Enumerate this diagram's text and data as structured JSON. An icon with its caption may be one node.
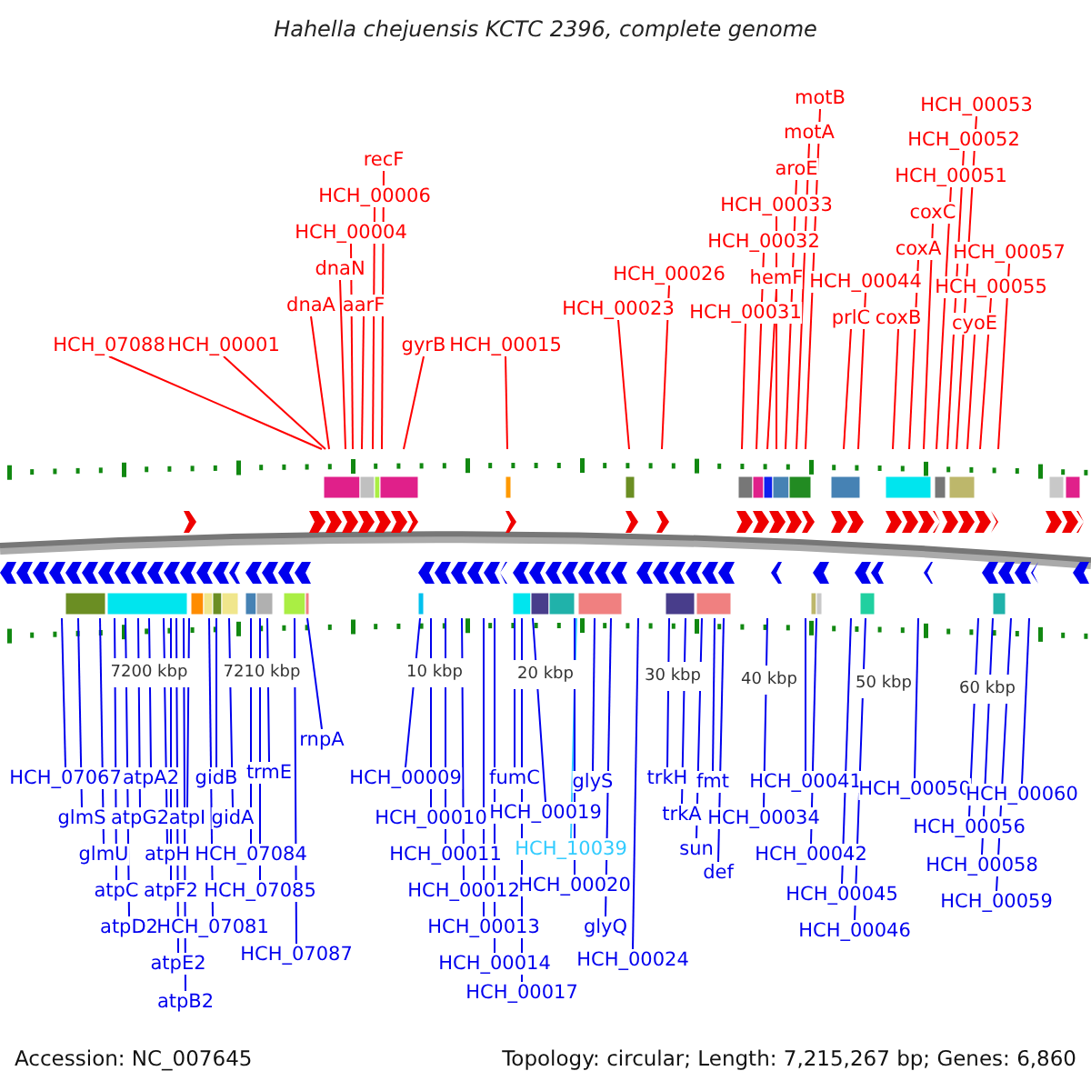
{
  "diagram": {
    "title": "Hahella chejuensis KCTC 2396, complete genome",
    "nodes": [
      {
        "text": [
          "HCH_07088"
        ]
      },
      {
        "text": [
          "HCH_00001"
        ]
      },
      {
        "text": [
          "dnaA"
        ]
      },
      {
        "text": [
          "dnaN"
        ]
      },
      {
        "text": [
          "HCH_00004"
        ]
      },
      {
        "text": [
          "aarF"
        ]
      },
      {
        "text": [
          "HCH_00006"
        ]
      },
      {
        "text": [
          "recF"
        ]
      },
      {
        "text": [
          "gyrB"
        ]
      },
      {
        "text": [
          "HCH_00015"
        ]
      },
      {
        "text": [
          "HCH_00023"
        ]
      },
      {
        "text": [
          "HCH_00026"
        ]
      },
      {
        "text": [
          "HCH_00031"
        ]
      },
      {
        "text": [
          "HCH_00032"
        ]
      },
      {
        "text": [
          "hemF"
        ]
      },
      {
        "text": [
          "HCH_00033"
        ]
      },
      {
        "text": [
          "aroE"
        ]
      },
      {
        "text": [
          "motA"
        ]
      },
      {
        "text": [
          "motB"
        ]
      },
      {
        "text": [
          "prlC"
        ]
      },
      {
        "text": [
          "HCH_00044"
        ]
      },
      {
        "text": [
          "coxB"
        ]
      },
      {
        "text": [
          "coxA"
        ]
      },
      {
        "text": [
          "coxC"
        ]
      },
      {
        "text": [
          "HCH_00051"
        ]
      },
      {
        "text": [
          "HCH_00052"
        ]
      },
      {
        "text": [
          "HCH_00053"
        ]
      },
      {
        "text": [
          "cyoE"
        ]
      },
      {
        "text": [
          "HCH_00055"
        ]
      },
      {
        "text": [
          "HCH_00057"
        ]
      },
      {
        "text": [
          "HCH_07067"
        ]
      },
      {
        "text": [
          "glmS"
        ]
      },
      {
        "text": [
          "glmU"
        ]
      },
      {
        "text": [
          "atpC"
        ]
      },
      {
        "text": [
          "atpD2"
        ]
      },
      {
        "text": [
          "atpA2"
        ]
      },
      {
        "text": [
          "atpG2"
        ]
      },
      {
        "text": [
          "atpH"
        ]
      },
      {
        "text": [
          "atpF2"
        ]
      },
      {
        "text": [
          "atpE2"
        ]
      },
      {
        "text": [
          "atpB2"
        ]
      },
      {
        "text": [
          "atpI"
        ]
      },
      {
        "text": [
          "HCH_07081"
        ]
      },
      {
        "text": [
          "gidB"
        ]
      },
      {
        "text": [
          "gidA"
        ]
      },
      {
        "text": [
          "HCH_07084"
        ]
      },
      {
        "text": [
          "HCH_07085"
        ]
      },
      {
        "text": [
          "trmE"
        ]
      },
      {
        "text": [
          "HCH_07087"
        ]
      },
      {
        "text": [
          "rnpA"
        ]
      },
      {
        "text": [
          "HCH_00009"
        ]
      },
      {
        "text": [
          "HCH_00010"
        ]
      },
      {
        "text": [
          "HCH_00011"
        ]
      },
      {
        "text": [
          "HCH_00012"
        ]
      },
      {
        "text": [
          "HCH_00013"
        ]
      },
      {
        "text": [
          "HCH_00014"
        ]
      },
      {
        "text": [
          "HCH_00017"
        ]
      },
      {
        "text": [
          "fumC"
        ]
      },
      {
        "text": [
          "HCH_00019"
        ]
      },
      {
        "text": [
          "HCH_10039"
        ]
      },
      {
        "text": [
          "HCH_00020"
        ]
      },
      {
        "text": [
          "glyS"
        ]
      },
      {
        "text": [
          "glyQ"
        ]
      },
      {
        "text": [
          "HCH_00024"
        ]
      },
      {
        "text": [
          "trkH"
        ]
      },
      {
        "text": [
          "trkA"
        ]
      },
      {
        "text": [
          "sun"
        ]
      },
      {
        "text": [
          "fmt"
        ]
      },
      {
        "text": [
          "def"
        ]
      },
      {
        "text": [
          "HCH_00034"
        ]
      },
      {
        "text": [
          "HCH_00041"
        ]
      },
      {
        "text": [
          "HCH_00042"
        ]
      },
      {
        "text": [
          "HCH_00045"
        ]
      },
      {
        "text": [
          "HCH_00046"
        ]
      },
      {
        "text": [
          "HCH_00050"
        ]
      },
      {
        "text": [
          "HCH_00056"
        ]
      },
      {
        "text": [
          "HCH_00058"
        ]
      },
      {
        "text": [
          "HCH_00059"
        ]
      },
      {
        "text": [
          "HCH_00060"
        ]
      }
    ],
    "edges": [
      {
        "from": 0,
        "to": null,
        "arrow": "none",
        "color": "#ff0000"
      },
      {
        "from": 1,
        "to": null,
        "arrow": "none",
        "color": "#ff0000"
      },
      {
        "from": 2,
        "to": null,
        "arrow": "none",
        "color": "#ff0000"
      },
      {
        "from": 3,
        "to": null,
        "arrow": "none",
        "color": "#ff0000"
      },
      {
        "from": 4,
        "to": null,
        "arrow": "none",
        "color": "#ff0000"
      },
      {
        "from": 5,
        "to": null,
        "arrow": "none",
        "color": "#ff0000"
      },
      {
        "from": 6,
        "to": null,
        "arrow": "none",
        "color": "#ff0000"
      },
      {
        "from": 7,
        "to": null,
        "arrow": "none",
        "color": "#ff0000"
      },
      {
        "from": 8,
        "to": null,
        "arrow": "none",
        "color": "#ff0000"
      },
      {
        "from": 9,
        "to": null,
        "arrow": "none",
        "color": "#ff0000"
      },
      {
        "from": 10,
        "to": null,
        "arrow": "none",
        "color": "#ff0000"
      },
      {
        "from": 11,
        "to": null,
        "arrow": "none",
        "color": "#ff0000"
      },
      {
        "from": 12,
        "to": null,
        "arrow": "none",
        "color": "#ff0000"
      },
      {
        "from": 13,
        "to": null,
        "arrow": "none",
        "color": "#ff0000"
      },
      {
        "from": 14,
        "to": null,
        "arrow": "none",
        "color": "#ff0000"
      },
      {
        "from": 15,
        "to": null,
        "arrow": "none",
        "color": "#ff0000"
      },
      {
        "from": 16,
        "to": null,
        "arrow": "none",
        "color": "#ff0000"
      },
      {
        "from": 17,
        "to": null,
        "arrow": "none",
        "color": "#ff0000"
      },
      {
        "from": 18,
        "to": null,
        "arrow": "none",
        "color": "#ff0000"
      },
      {
        "from": 19,
        "to": null,
        "arrow": "none",
        "color": "#ff0000"
      },
      {
        "from": 20,
        "to": null,
        "arrow": "none",
        "color": "#ff0000"
      },
      {
        "from": 21,
        "to": null,
        "arrow": "none",
        "color": "#ff0000"
      },
      {
        "from": 22,
        "to": null,
        "arrow": "none",
        "color": "#ff0000"
      },
      {
        "from": 23,
        "to": null,
        "arrow": "none",
        "color": "#ff0000"
      },
      {
        "from": 24,
        "to": null,
        "arrow": "none",
        "color": "#ff0000"
      },
      {
        "from": 25,
        "to": null,
        "arrow": "none",
        "color": "#ff0000"
      },
      {
        "from": 26,
        "to": null,
        "arrow": "none",
        "color": "#ff0000"
      },
      {
        "from": 27,
        "to": null,
        "arrow": "none",
        "color": "#ff0000"
      },
      {
        "from": 28,
        "to": null,
        "arrow": "none",
        "color": "#ff0000"
      },
      {
        "from": 29,
        "to": null,
        "arrow": "none",
        "color": "#ff0000"
      },
      {
        "from": 30,
        "to": null,
        "arrow": "none"
      },
      {
        "from": 31,
        "to": null,
        "arrow": "none"
      },
      {
        "from": 32,
        "to": null,
        "arrow": "none"
      },
      {
        "from": 33,
        "to": null,
        "arrow": "none"
      },
      {
        "from": 34,
        "to": null,
        "arrow": "none"
      },
      {
        "from": 35,
        "to": null,
        "arrow": "none"
      },
      {
        "from": 36,
        "to": null,
        "arrow": "none"
      },
      {
        "from": 37,
        "to": null,
        "arrow": "none"
      },
      {
        "from": 38,
        "to": null,
        "arrow": "none"
      },
      {
        "from": 39,
        "to": null,
        "arrow": "none"
      },
      {
        "from": 40,
        "to": null,
        "arrow": "none"
      },
      {
        "from": 41,
        "to": null,
        "arrow": "none"
      },
      {
        "from": 42,
        "to": null,
        "arrow": "none"
      },
      {
        "from": 43,
        "to": null,
        "arrow": "none"
      },
      {
        "from": 44,
        "to": null,
        "arrow": "none"
      },
      {
        "from": 45,
        "to": null,
        "arrow": "none"
      },
      {
        "from": 46,
        "to": null,
        "arrow": "none"
      },
      {
        "from": 47,
        "to": null,
        "arrow": "none"
      },
      {
        "from": 48,
        "to": null,
        "arrow": "none"
      },
      {
        "from": 49,
        "to": null,
        "arrow": "none"
      },
      {
        "from": 50,
        "to": null,
        "arrow": "none"
      },
      {
        "from": 51,
        "to": null,
        "arrow": "none"
      },
      {
        "from": 52,
        "to": null,
        "arrow": "none"
      },
      {
        "from": 53,
        "to": null,
        "arrow": "none"
      },
      {
        "from": 54,
        "to": null,
        "arrow": "none"
      },
      {
        "from": 55,
        "to": null,
        "arrow": "none"
      },
      {
        "from": 56,
        "to": null,
        "arrow": "none"
      },
      {
        "from": 57,
        "to": null,
        "arrow": "none"
      },
      {
        "from": 58,
        "to": null,
        "arrow": "none"
      },
      {
        "from": 59,
        "to": null,
        "arrow": "none",
        "color": "#33ccff"
      },
      {
        "from": 60,
        "to": null,
        "arrow": "none"
      },
      {
        "from": 61,
        "to": null,
        "arrow": "none"
      },
      {
        "from": 62,
        "to": null,
        "arrow": "none"
      },
      {
        "from": 63,
        "to": null,
        "arrow": "none"
      },
      {
        "from": 64,
        "to": null,
        "arrow": "none"
      },
      {
        "from": 65,
        "to": null,
        "arrow": "none"
      },
      {
        "from": 66,
        "to": null,
        "arrow": "none"
      },
      {
        "from": 67,
        "to": null,
        "arrow": "none"
      },
      {
        "from": 68,
        "to": null,
        "arrow": "none"
      },
      {
        "from": 69,
        "to": null,
        "arrow": "none"
      },
      {
        "from": 70,
        "to": null,
        "arrow": "none"
      },
      {
        "from": 71,
        "to": null,
        "arrow": "none"
      },
      {
        "from": 72,
        "to": null,
        "arrow": "none"
      },
      {
        "from": 73,
        "to": null,
        "arrow": "none"
      },
      {
        "from": 74,
        "to": null,
        "arrow": "none"
      },
      {
        "from": 75,
        "to": null,
        "arrow": "none"
      },
      {
        "from": 76,
        "to": null,
        "arrow": "none"
      },
      {
        "from": 77,
        "to": null,
        "arrow": "none"
      },
      {
        "from": 78,
        "to": null,
        "arrow": "none"
      }
    ],
    "labels": [
      "7200 kbp",
      "7210 kbp",
      "10 kbp",
      "20 kbp",
      "30 kbp",
      "40 kbp",
      "50 kbp",
      "60 kbp",
      "Accession: NC_007645",
      "Topology: circular; Length: 7,215,267 bp; Genes: 6,860"
    ]
  }
}
